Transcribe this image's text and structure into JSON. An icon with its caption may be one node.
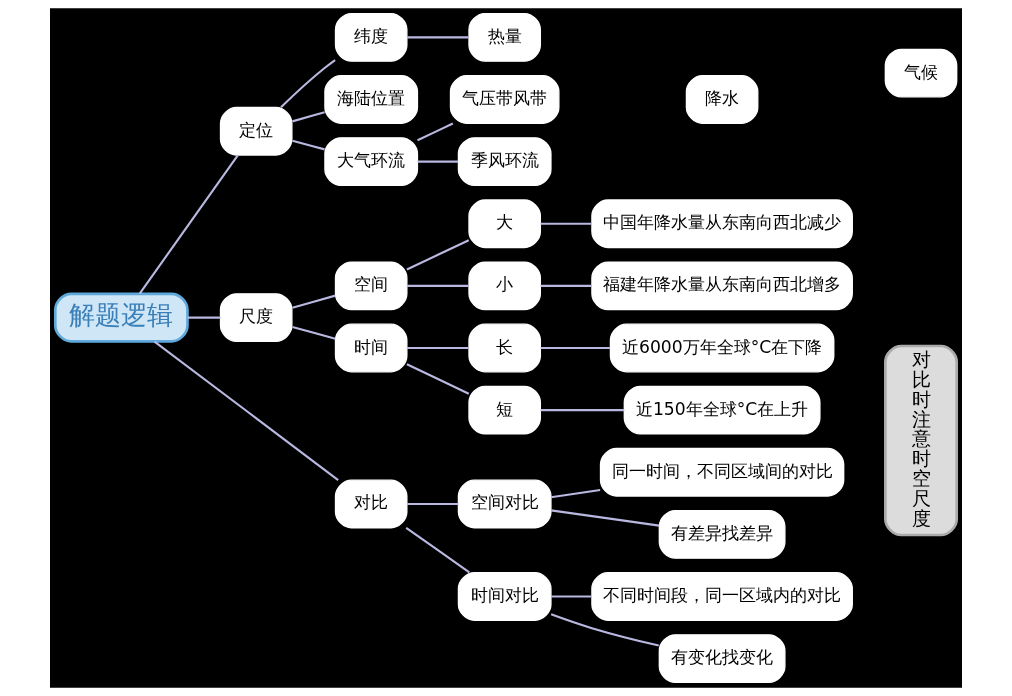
{
  "diagram": {
    "nodes": [
      {
        "text": [
          "解题逻辑"
        ]
      },
      {
        "text": [
          "定位"
        ]
      },
      {
        "text": [
          "纬度"
        ]
      },
      {
        "text": [
          "热量"
        ]
      },
      {
        "text": [
          "海陆位置"
        ]
      },
      {
        "text": [
          "大气环流"
        ]
      },
      {
        "text": [
          "气压带风带"
        ]
      },
      {
        "text": [
          "季风环流"
        ]
      },
      {
        "text": [
          "降水"
        ]
      },
      {
        "text": [
          "气候"
        ]
      },
      {
        "text": [
          "尺度"
        ]
      },
      {
        "text": [
          "空间"
        ]
      },
      {
        "text": [
          "大"
        ]
      },
      {
        "text": [
          "中国年降水量从东南向西北减少"
        ]
      },
      {
        "text": [
          "小"
        ]
      },
      {
        "text": [
          "福建年降水量从东南向西北增多"
        ]
      },
      {
        "text": [
          "时间"
        ]
      },
      {
        "text": [
          "长"
        ]
      },
      {
        "text": [
          "近6000万年全球°C在下降"
        ]
      },
      {
        "text": [
          "短"
        ]
      },
      {
        "text": [
          "近150年全球°C在上升"
        ]
      },
      {
        "text": [
          "对比"
        ]
      },
      {
        "text": [
          "空间对比"
        ]
      },
      {
        "text": [
          "同一时间，不同区域间的对比"
        ]
      },
      {
        "text": [
          "有差异找差异"
        ]
      },
      {
        "text": [
          "时间对比"
        ]
      },
      {
        "text": [
          "不同时间段，同一区域内的对比"
        ]
      },
      {
        "text": [
          "有变化找变化"
        ]
      },
      {
        "text": [
          "对比时注意时空尺度"
        ]
      }
    ],
    "edges": [
      {
        "from": 0,
        "to": 1,
        "arrow": "none"
      },
      {
        "from": 1,
        "to": 2,
        "arrow": "none"
      },
      {
        "from": 2,
        "to": 3,
        "arrow": "none"
      },
      {
        "from": 1,
        "to": 4,
        "arrow": "none"
      },
      {
        "from": 1,
        "to": 5,
        "arrow": "none"
      },
      {
        "from": 5,
        "to": 6,
        "arrow": "none"
      },
      {
        "from": 5,
        "to": 7,
        "arrow": "none"
      },
      {
        "from": 0,
        "to": 10,
        "arrow": "none"
      },
      {
        "from": 10,
        "to": 11,
        "arrow": "none"
      },
      {
        "from": 11,
        "to": 12,
        "arrow": "none"
      },
      {
        "from": 12,
        "to": 13,
        "arrow": "none"
      },
      {
        "from": 11,
        "to": 14,
        "arrow": "none"
      },
      {
        "from": 14,
        "to": 15,
        "arrow": "none"
      },
      {
        "from": 10,
        "to": 16,
        "arrow": "none"
      },
      {
        "from": 16,
        "to": 17,
        "arrow": "none"
      },
      {
        "from": 17,
        "to": 18,
        "arrow": "none"
      },
      {
        "from": 16,
        "to": 19,
        "arrow": "none"
      },
      {
        "from": 19,
        "to": 20,
        "arrow": "none"
      },
      {
        "from": 0,
        "to": 21,
        "arrow": "none"
      },
      {
        "from": 21,
        "to": 22,
        "arrow": "none"
      },
      {
        "from": 22,
        "to": 23,
        "arrow": "none"
      },
      {
        "from": 22,
        "to": 24,
        "arrow": "none"
      },
      {
        "from": 21,
        "to": 25,
        "arrow": "none"
      },
      {
        "from": 25,
        "to": 26,
        "arrow": "none"
      },
      {
        "from": 25,
        "to": 27,
        "arrow": "none"
      }
    ]
  }
}
